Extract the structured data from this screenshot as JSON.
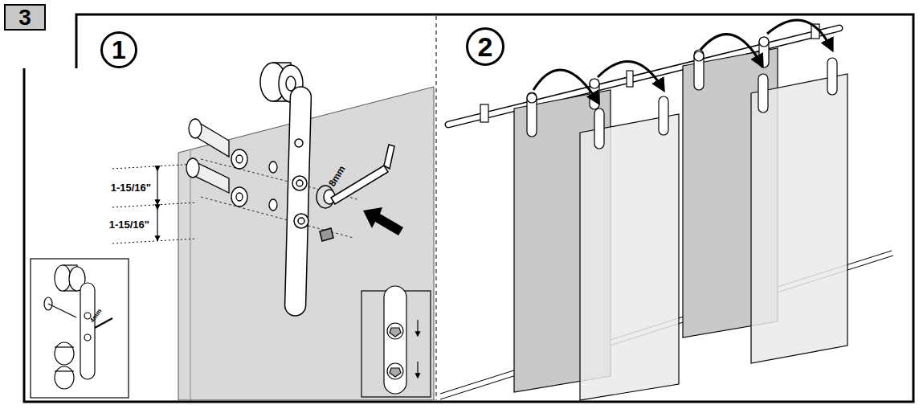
{
  "diagram": {
    "nodes": [
      {
        "text": [
          "3"
        ]
      },
      {
        "text": [
          "1"
        ]
      },
      {
        "text": [
          "2"
        ]
      }
    ],
    "labels": [
      "1-15/16\"",
      "1-15/16\"",
      "8mm",
      "4mm"
    ]
  }
}
